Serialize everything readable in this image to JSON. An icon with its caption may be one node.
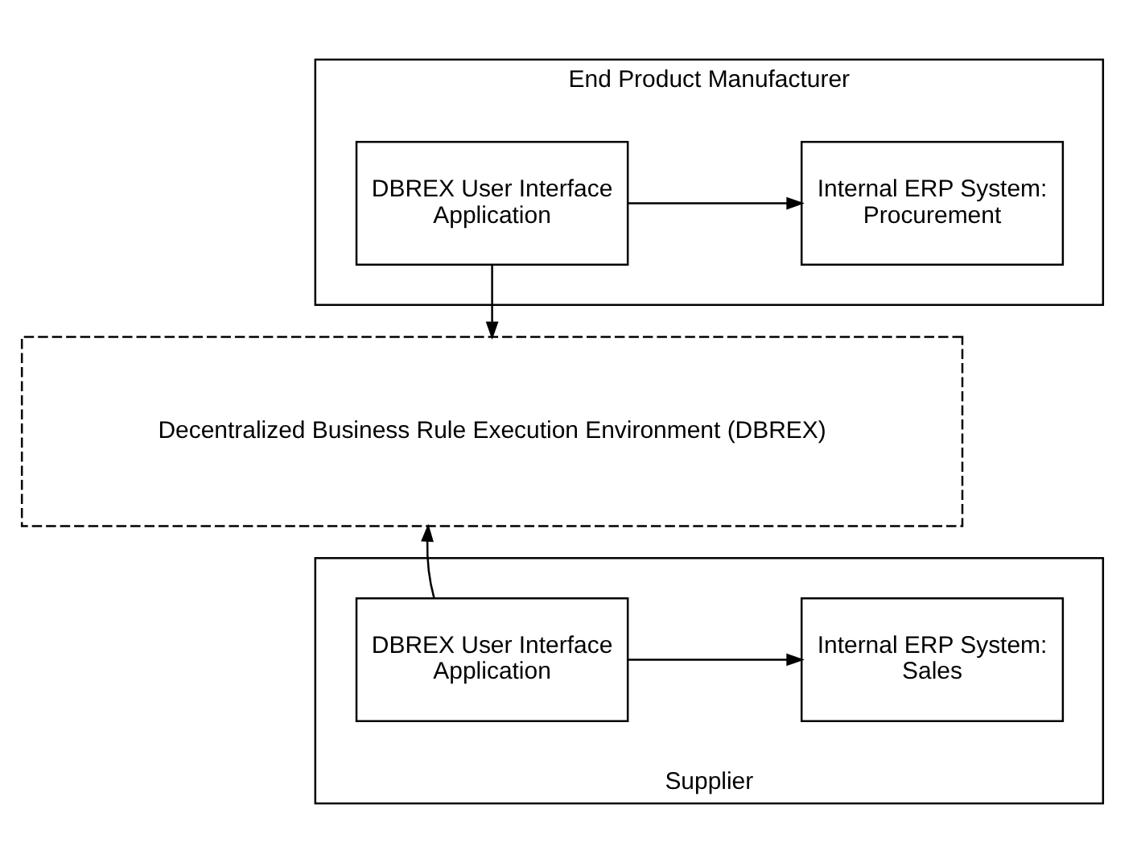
{
  "diagram": {
    "nodes": [
      {
        "text": [
          "End Product Manufacturer"
        ]
      },
      {
        "text": [
          "DBREX User Interface Application"
        ],
        "in": 0
      },
      {
        "text": [
          "Internal ERP System: Procurement"
        ],
        "in": 0
      },
      {
        "text": [
          "Decentralized Business Rule Execution Environment (DBREX)"
        ]
      },
      {
        "text": [
          "Supplier"
        ]
      },
      {
        "text": [
          "DBREX User Interface Application"
        ],
        "in": 4
      },
      {
        "text": [
          "Internal ERP System: Sales"
        ],
        "in": 4
      }
    ],
    "edges": [
      {
        "from": 1,
        "to": 2,
        "arrow": "to"
      },
      {
        "from": 1,
        "to": 3,
        "arrow": "to"
      },
      {
        "from": 5,
        "to": 3,
        "arrow": "to"
      },
      {
        "from": 5,
        "to": 6,
        "arrow": "to"
      }
    ]
  }
}
